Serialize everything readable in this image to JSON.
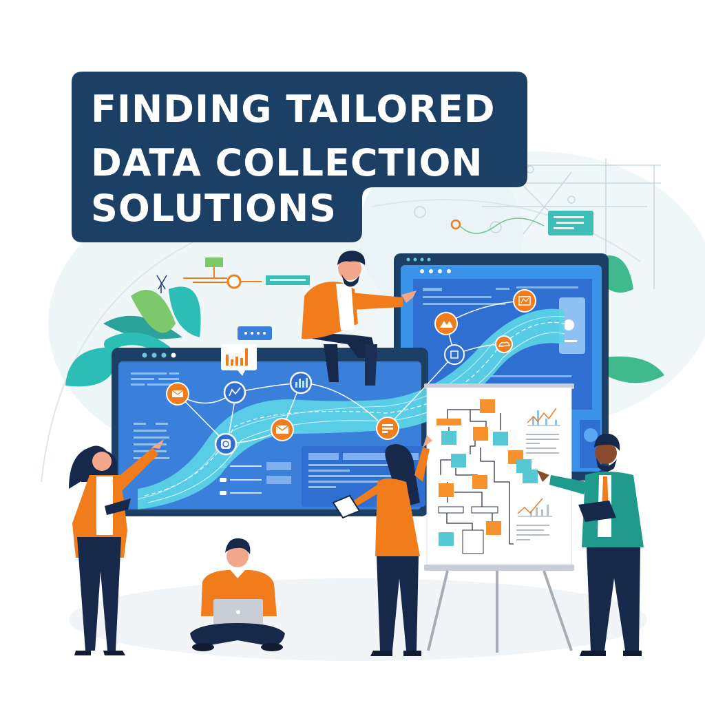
{
  "title": {
    "lines": [
      "FINDING TAILORED",
      "DATA COLLECTION",
      "SOLUTIONS"
    ],
    "background_color": "#1c3f66",
    "text_color": "#ffffff"
  },
  "palette": {
    "navy": "#1c3f66",
    "screen_blue": "#3a7fd9",
    "screen_dark": "#1f4f9a",
    "stream_cyan": "#5cd4e6",
    "accent_orange": "#f07c1c",
    "teal": "#2bbdb6",
    "leaf_green": "#7cc86a",
    "pants_navy": "#16294a",
    "skin_light": "#f2a68a",
    "skin_dark": "#8a4a2e",
    "jacket_teal": "#1f9a8c"
  },
  "scene": {
    "monitors": [
      {
        "name": "left-monitor",
        "dots": 4
      },
      {
        "name": "right-monitor",
        "dots": 4
      }
    ],
    "data_nodes": [
      {
        "icon": "mail-icon",
        "style": "orange"
      },
      {
        "icon": "chart-icon",
        "style": "blue"
      },
      {
        "icon": "bar-chart-icon",
        "style": "blue"
      },
      {
        "icon": "envelope-icon",
        "style": "orange"
      },
      {
        "icon": "camera-icon",
        "style": "blue"
      },
      {
        "icon": "form-icon",
        "style": "orange"
      },
      {
        "icon": "mountain-icon",
        "style": "orange"
      },
      {
        "icon": "grid-icon",
        "style": "blue"
      },
      {
        "icon": "pm-icon",
        "style": "orange"
      },
      {
        "icon": "cloud-icon",
        "style": "orange"
      }
    ],
    "people": [
      {
        "name": "woman-pointing",
        "outfit": "orange blazer"
      },
      {
        "name": "man-sitting-on-monitor",
        "outfit": "orange sweater"
      },
      {
        "name": "man-cross-legged-laptop",
        "outfit": "orange sweater"
      },
      {
        "name": "woman-with-tablet",
        "outfit": "orange top"
      },
      {
        "name": "man-presenting",
        "outfit": "teal suit"
      }
    ],
    "whiteboard": {
      "flowchart_notes": 14,
      "charts": 2
    }
  }
}
